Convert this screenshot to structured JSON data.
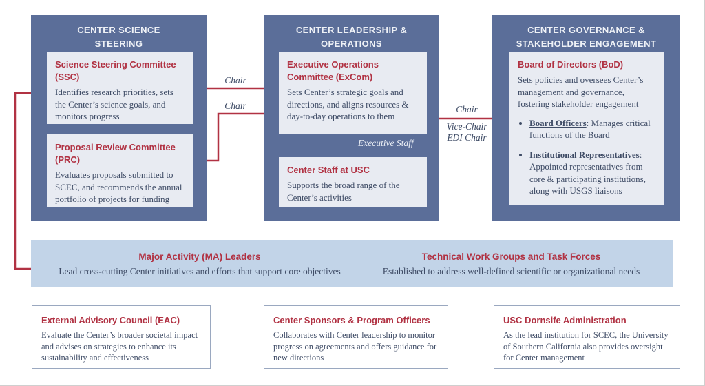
{
  "panels": {
    "science": {
      "title": "CENTER SCIENCE STEERING",
      "ssc": {
        "title": "Science Steering Committee (SSC)",
        "desc": "Identifies research priorities, sets the Center’s science goals, and monitors progress"
      },
      "prc": {
        "title": "Proposal Review Committee (PRC)",
        "desc": "Evaluates proposals submitted to SCEC, and recommends the annual portfolio of projects for funding"
      }
    },
    "leadership": {
      "title": "CENTER LEADERSHIP & OPERATIONS",
      "excom": {
        "title": "Executive Operations Committee (ExCom)",
        "desc": "Sets Center’s strategic goals and directions, and aligns resources & day-to-day operations to them"
      },
      "staff": {
        "title": "Center Staff at USC",
        "desc": "Supports the broad range of the Center’s activities"
      }
    },
    "governance": {
      "title": "CENTER GOVERNANCE & STAKEHOLDER ENGAGEMENT",
      "bod": {
        "title": "Board of Directors (BoD)",
        "desc": "Sets policies and oversees Center’s management and governance, fostering stakeholder engagement",
        "bullets": [
          {
            "lead": "Board Officers",
            "rest": ": Manages critical functions of the Board"
          },
          {
            "lead": "Institutional Representatives",
            "rest": ": Appointed representatives from core & participating institutions, along with USGS liaisons"
          }
        ]
      }
    }
  },
  "band": {
    "ma": {
      "title": "Major Activity (MA) Leaders",
      "desc": "Lead cross-cutting Center initiatives and efforts that support core objectives"
    },
    "twg": {
      "title": "Technical Work Groups and Task Forces",
      "desc": "Established to address well-defined scientific or organizational needs"
    }
  },
  "bottom": {
    "eac": {
      "title": "External Advisory Council (EAC)",
      "desc": "Evaluate the Center’s broader societal impact and advises on strategies to enhance its sustainability and effectiveness"
    },
    "sponsors": {
      "title": "Center Sponsors & Program Officers",
      "desc": "Collaborates with Center leadership to monitor progress on agreements and offers guidance for new directions"
    },
    "dornsife": {
      "title": "USC Dornsife Administration",
      "desc": "As the lead institution for SCEC, the University of Southern California also provides oversight for Center management"
    }
  },
  "arrow_labels": {
    "chair_ssc": "Chair",
    "chair_prc": "Chair",
    "executive_staff": "Executive Staff",
    "chair_right": "Chair",
    "vice_chair": "Vice-Chair",
    "edi_chair": "EDI Chair"
  },
  "colors": {
    "panel_blue": "#5b6e99",
    "inner_box": "#e8ebf2",
    "accent_crimson": "#b13243",
    "body_text": "#3f4c66",
    "band_blue": "#c2d4e8",
    "outline": "#9aa8c0"
  }
}
